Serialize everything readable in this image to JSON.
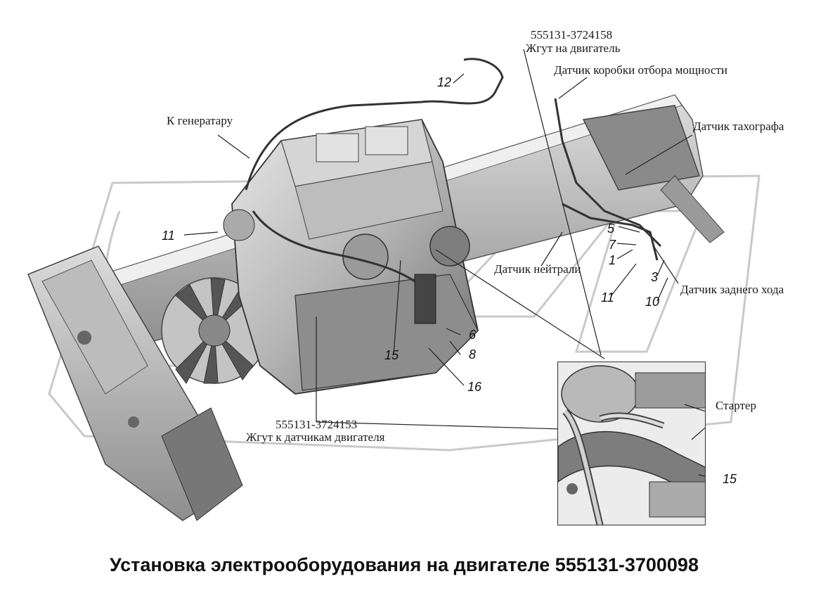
{
  "title": "Установка электрооборудования на двигателе 555131-3700098",
  "labels": {
    "harness_engine_code": "555131-3724158",
    "harness_engine_name": "Жгут на двигатель",
    "pto_sensor": "Датчик коробки отбора мощности",
    "tacho_sensor": "Датчик тахографа",
    "to_generator": "К генератару",
    "neutral_sensor": "Датчик нейтрали",
    "reverse_sensor": "Датчик заднего хода",
    "harness_sensors_code": "555131-3724153",
    "harness_sensors_name": "Жгут к датчикам двигателя",
    "starter": "Стартер"
  },
  "callouts": {
    "n12": "12",
    "n11_left": "11",
    "n5": "5",
    "n7": "7",
    "n1": "1",
    "n3": "3",
    "n11_right": "11",
    "n10": "10",
    "n6": "6",
    "n8": "8",
    "n15": "15",
    "n16": "16",
    "n15_inset": "15"
  },
  "colors": {
    "ink": "#1a1a1a",
    "metal_light": "#d9d9d9",
    "metal_mid": "#a8a8a8",
    "metal_dark": "#5c5c5c",
    "watermark": "#bdbdbd"
  }
}
